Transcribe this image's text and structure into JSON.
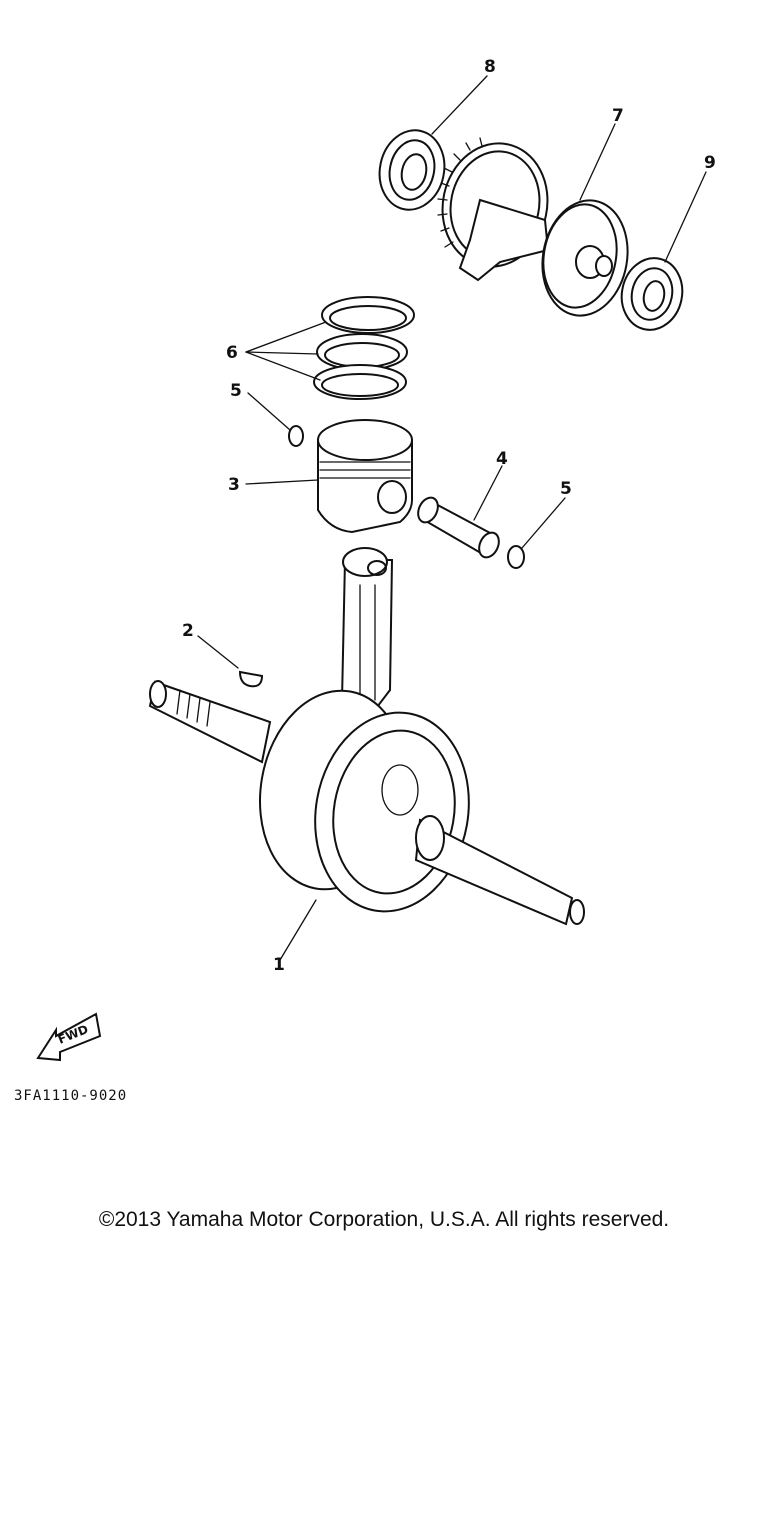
{
  "diagram": {
    "callouts": [
      "1",
      "2",
      "3",
      "4",
      "5",
      "5",
      "6",
      "7",
      "8",
      "9"
    ],
    "fwd_label": "FWD",
    "part_code": "3FA1110-9020"
  },
  "footer": {
    "copyright": "©2013 Yamaha Motor Corporation, U.S.A. All rights reserved."
  }
}
